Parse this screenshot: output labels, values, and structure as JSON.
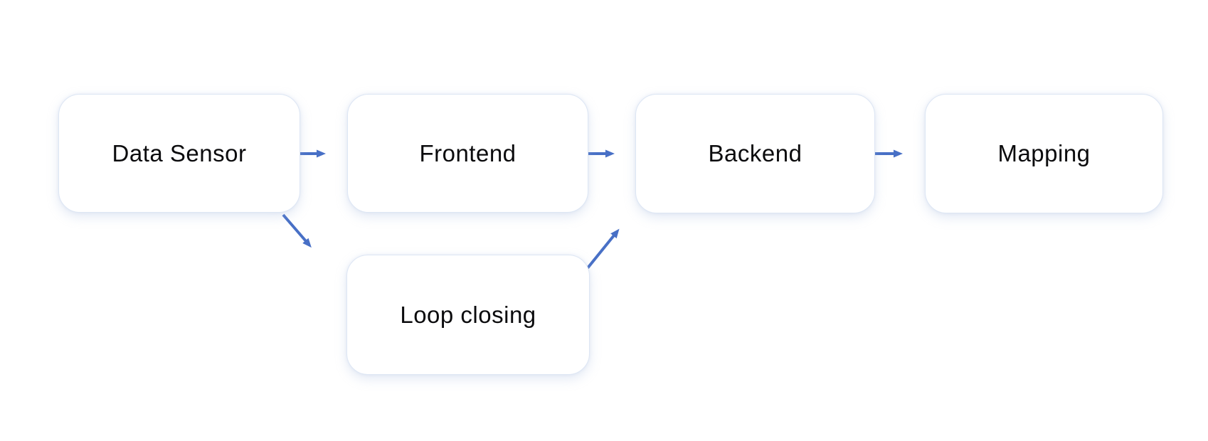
{
  "diagram": {
    "type": "flowchart",
    "nodes": {
      "data_sensor": {
        "label": "Data Sensor"
      },
      "frontend": {
        "label": "Frontend"
      },
      "backend": {
        "label": "Backend"
      },
      "mapping": {
        "label": "Mapping"
      },
      "loop_closing": {
        "label": "Loop closing"
      }
    },
    "edges": [
      {
        "from": "data_sensor",
        "to": "frontend",
        "direction": "right"
      },
      {
        "from": "frontend",
        "to": "backend",
        "direction": "right"
      },
      {
        "from": "backend",
        "to": "mapping",
        "direction": "right"
      },
      {
        "from": "data_sensor",
        "to": "loop_closing",
        "direction": "down-right"
      },
      {
        "from": "loop_closing",
        "to": "backend",
        "direction": "up-right"
      }
    ],
    "colors": {
      "arrow": "#4870c6",
      "node_fill": "#ffffff",
      "node_border": "#dde6f4",
      "text": "#0b0b0d",
      "background": "#ffffff"
    }
  }
}
